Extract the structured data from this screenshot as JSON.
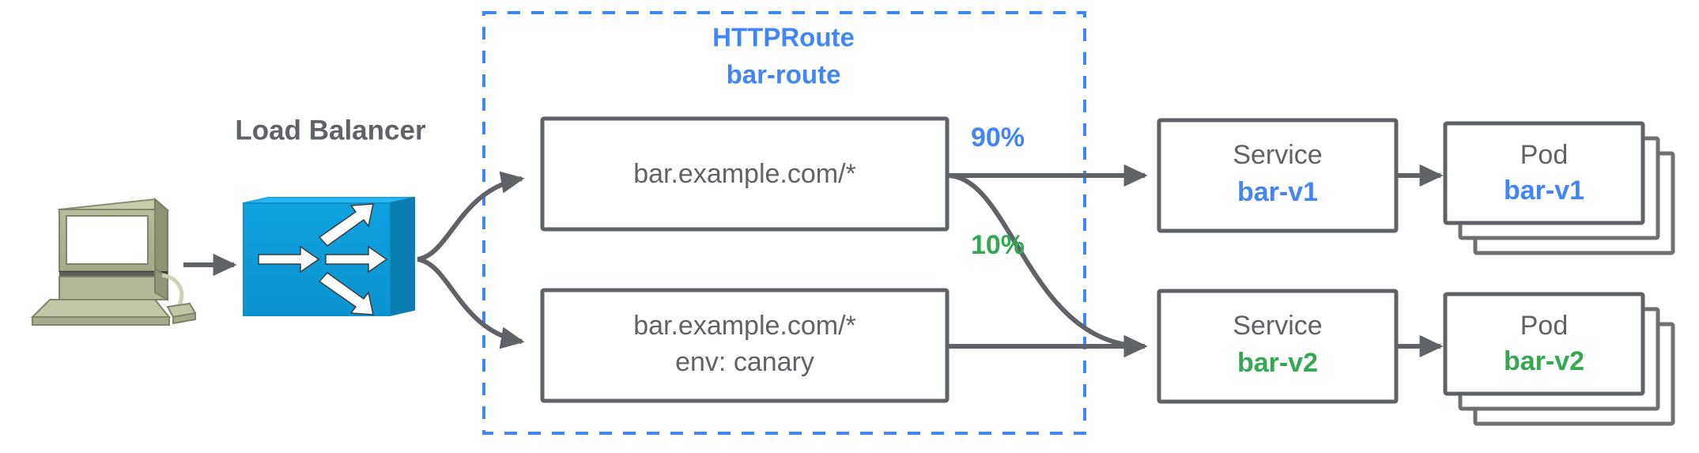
{
  "diagram": {
    "title": "Gateway API HTTPRoute canary traffic split",
    "colors": {
      "blue": "#4285f4",
      "green": "#34a853",
      "gray": "#5f6368",
      "lb_blue": "#0d9ddb",
      "lb_blue_dark": "#0b7fb4",
      "lb_blue_top": "#1fb6f0",
      "pc_body": "#adae8f",
      "pc_light": "#c8c9ae",
      "pc_dark": "#8f9175",
      "white": "#ffffff"
    }
  },
  "client": {
    "icon": "workstation-icon"
  },
  "load_balancer": {
    "label": "Load Balancer",
    "icon": "load-balancer-icon"
  },
  "http_route": {
    "kind_label": "HTTPRoute",
    "name_label": "bar-route"
  },
  "rules": [
    {
      "id": "rule-primary",
      "lines": [
        "bar.example.com/*"
      ]
    },
    {
      "id": "rule-canary",
      "lines": [
        "bar.example.com/*",
        "env: canary"
      ]
    }
  ],
  "weights": [
    {
      "id": "weight-90",
      "label": "90%",
      "color": "#4285f4"
    },
    {
      "id": "weight-10",
      "label": "10%",
      "color": "#34a853"
    }
  ],
  "services": [
    {
      "id": "service-bar-v1",
      "kind": "Service",
      "name": "bar-v1",
      "color": "#4285f4"
    },
    {
      "id": "service-bar-v2",
      "kind": "Service",
      "name": "bar-v2",
      "color": "#34a853"
    }
  ],
  "pods": [
    {
      "id": "pod-bar-v1",
      "kind": "Pod",
      "name": "bar-v1",
      "color": "#4285f4",
      "stack_count": 3
    },
    {
      "id": "pod-bar-v2",
      "kind": "Pod",
      "name": "bar-v2",
      "color": "#34a853",
      "stack_count": 3
    }
  ]
}
